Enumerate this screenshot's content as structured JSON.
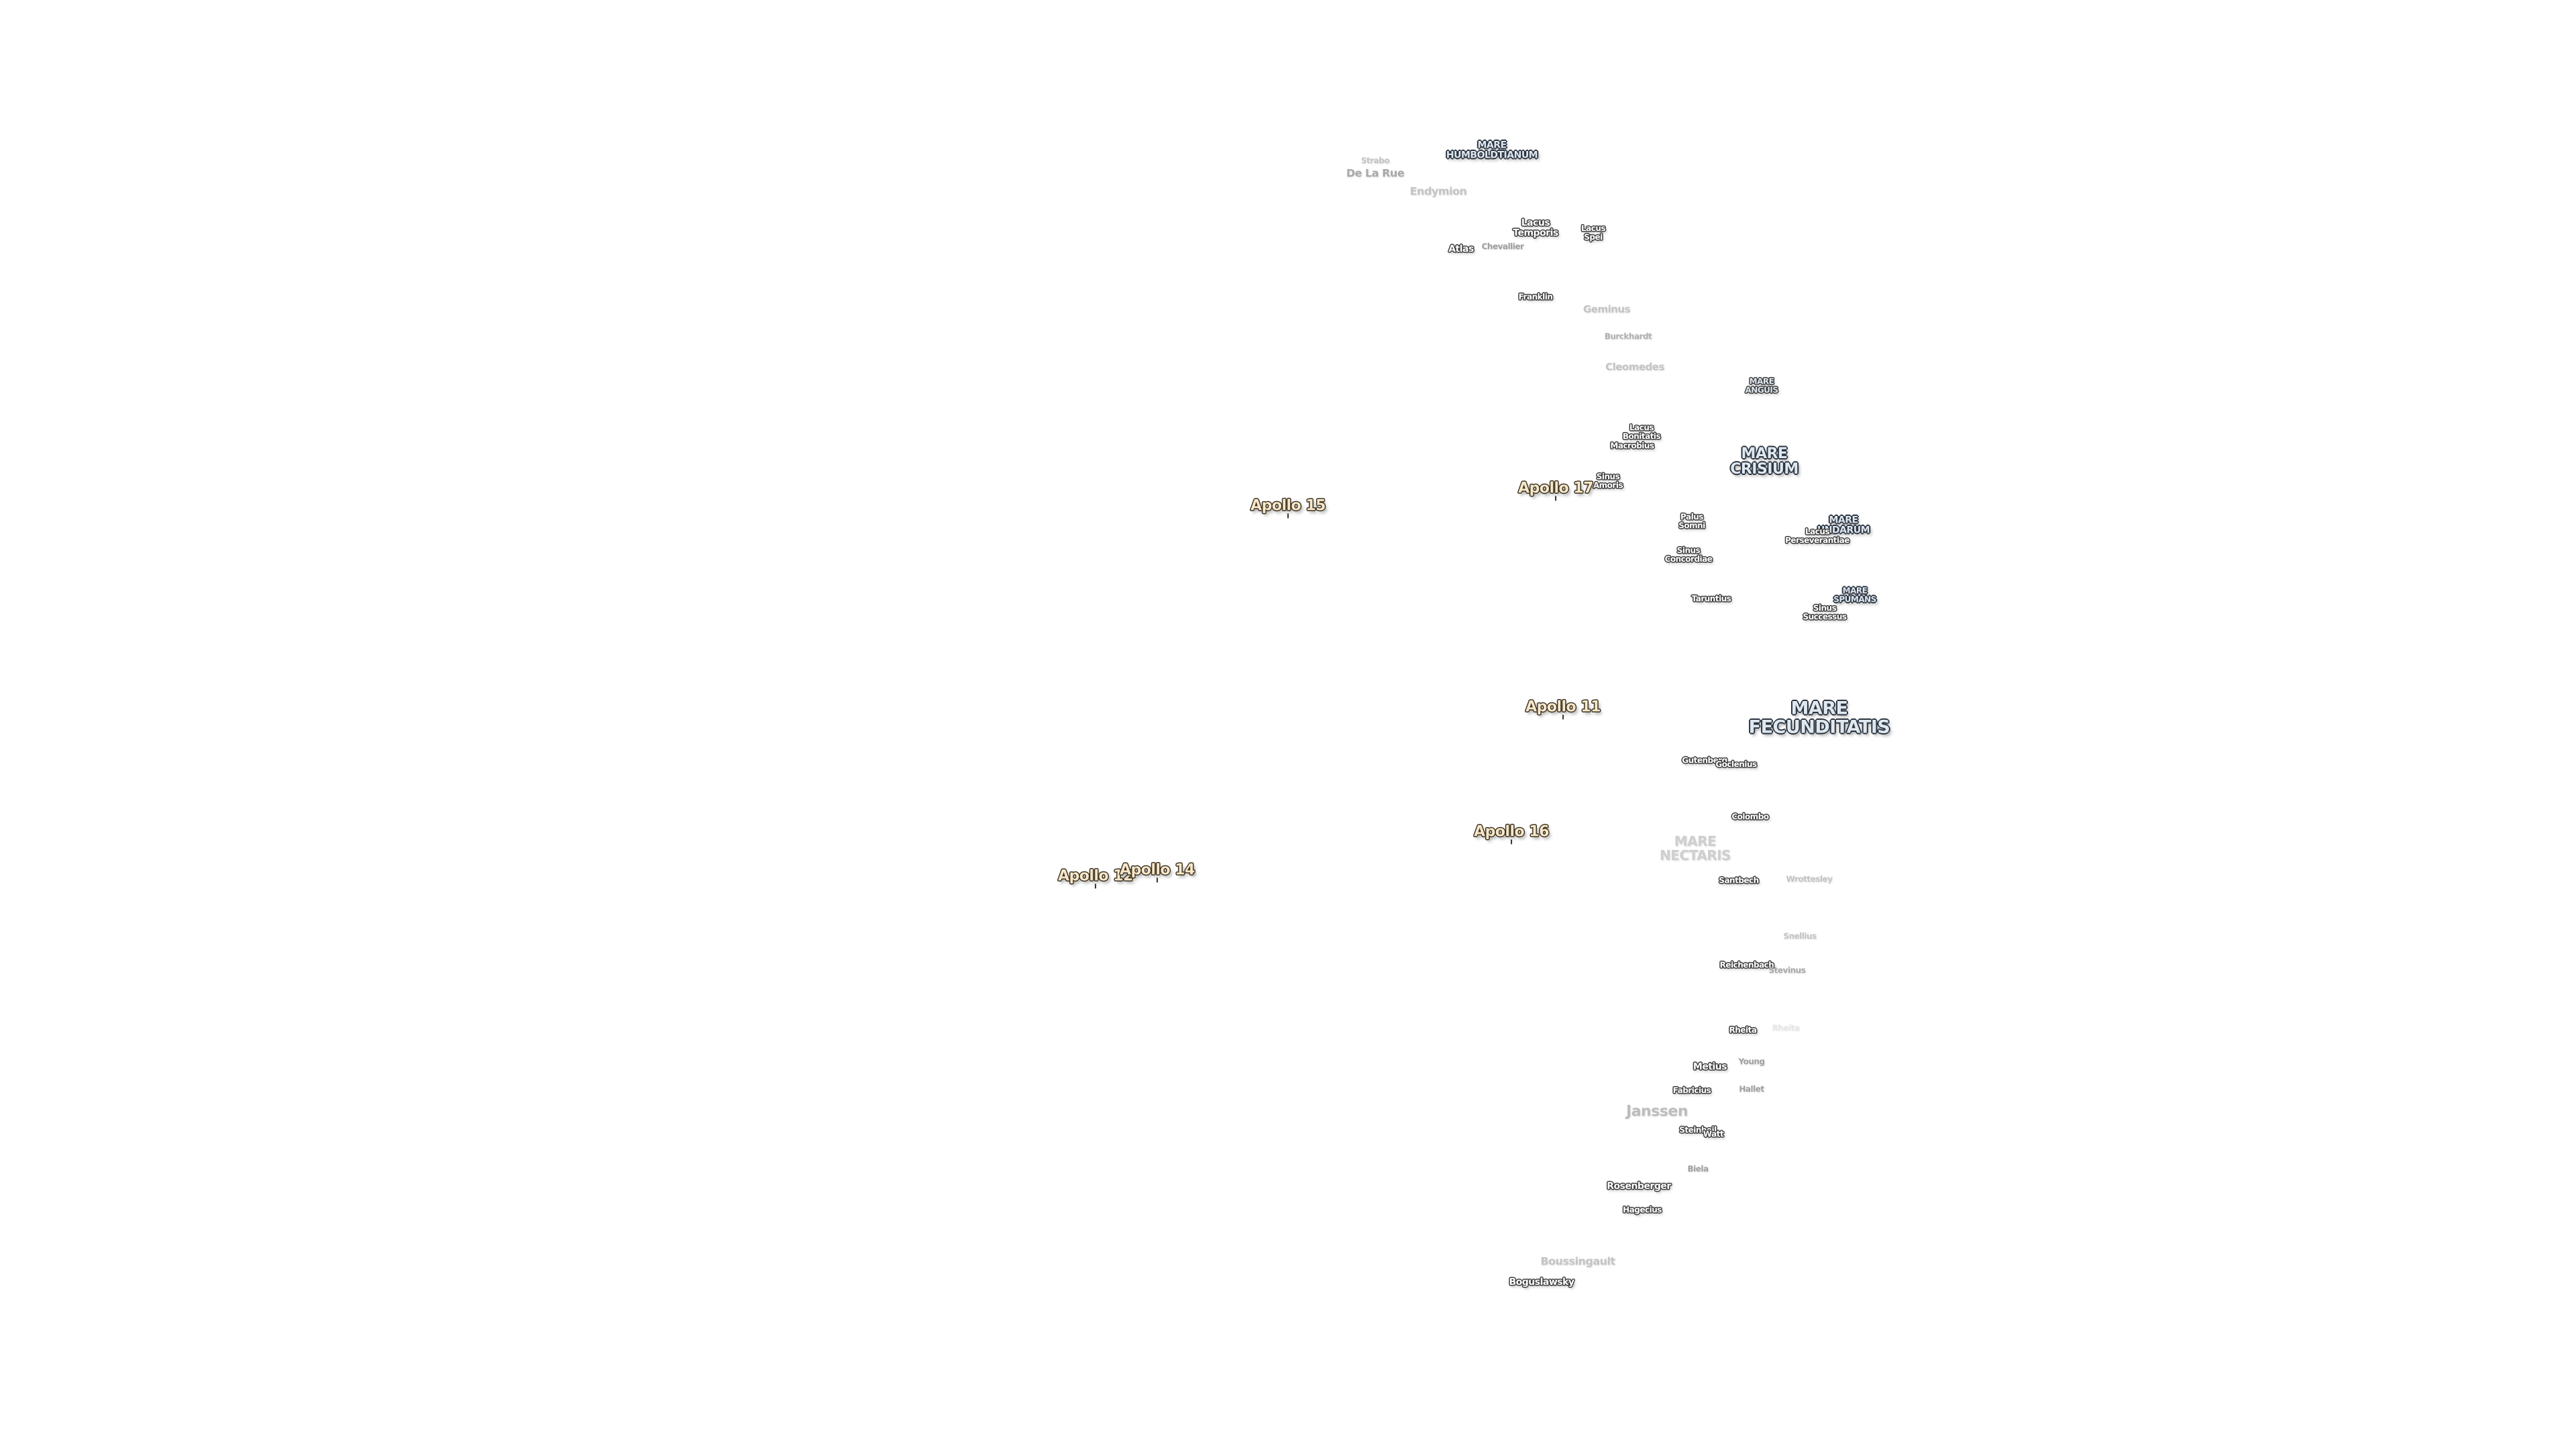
{
  "map": {
    "seas": {
      "humboldtianum": "MARE\nHUMBOLDTIANUM",
      "anguis": "MARE\nANGUIS",
      "crisium": "MARE\nCRISIUM",
      "undarum": "MARE\nUNDARUM",
      "spumans": "MARE\nSPUMANS",
      "fecunditatis": "MARE\nFECUNDITATIS",
      "nectaris": "MARE\nNECTARIS",
      "lacus_temporis": "Lacus\nTemporis",
      "lacus_spei": "Lacus\nSpei",
      "lacus_bonitatis": "Lacus\nBonitatis",
      "sinus_amoris": "Sinus\nAmoris",
      "palus_somni": "Palus\nSomni",
      "sinus_concordiae": "Sinus\nConcordiae",
      "sinus_successus": "Sinus\nSuccessus",
      "lacus_perseverantiae": "Lacus\nPerseverantiae"
    },
    "craters": {
      "strabo": "Strabo",
      "de_la_rue": "De La Rue",
      "endymion": "Endymion",
      "atlas": "Atlas",
      "chevallier": "Chevallier",
      "franklin": "Franklin",
      "geminus": "Geminus",
      "burckhardt": "Burckhardt",
      "cleomedes": "Cleomedes",
      "macrobius": "Macrobius",
      "taruntius": "Taruntius",
      "gutenberg": "Gutenberg",
      "goclenius": "Goclenius",
      "colombo": "Colombo",
      "santbech": "Santbech",
      "wrottesley": "Wrottesley",
      "snellius": "Snellius",
      "reichenbach": "Reichenbach",
      "stevinus": "Stevinus",
      "rheita": "Rheita",
      "rheita_faint": "Rheita",
      "young": "Young",
      "metius": "Metius",
      "fabricius": "Fabricius",
      "hallet": "Hallet",
      "janssen": "Janssen",
      "steinheil": "Steinheil",
      "watt": "Watt",
      "biela": "Biela",
      "rosenberger": "Rosenberger",
      "hagecius": "Hagecius",
      "boussingault": "Boussingault",
      "boguslawsky": "Boguslawsky"
    },
    "apollo": {
      "a15": "Apollo 15",
      "a17": "Apollo 17",
      "a11": "Apollo 11",
      "a16": "Apollo 16",
      "a12": "Apollo 12",
      "a14": "Apollo 14"
    }
  }
}
